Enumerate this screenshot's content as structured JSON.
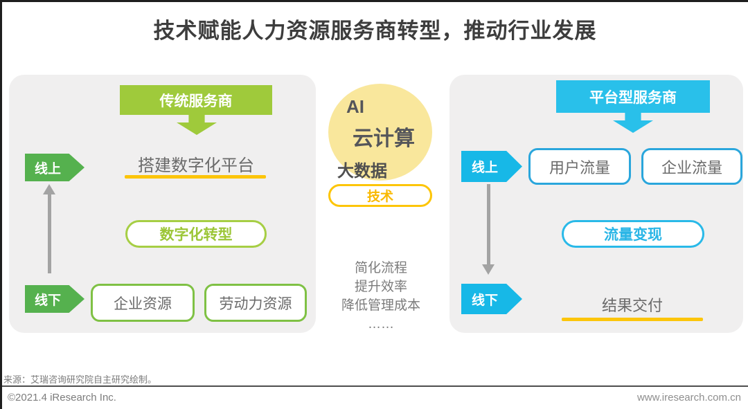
{
  "title": "技术赋能人力资源服务商转型，推动行业发展",
  "left_panel": {
    "header": "传统服务商",
    "online_label": "线上",
    "online_item": "搭建数字化平台",
    "transform_label": "数字化转型",
    "offline_label": "线下",
    "offline_items": [
      "企业资源",
      "劳动力资源"
    ]
  },
  "center": {
    "bubble": {
      "ai": "AI",
      "cloud": "云计算",
      "bigdata": "大数据"
    },
    "tech_label": "技术",
    "benefits": [
      "简化流程",
      "提升效率",
      "降低管理成本",
      "……"
    ]
  },
  "right_panel": {
    "header": "平台型服务商",
    "online_label": "线上",
    "online_items": [
      "用户流量",
      "企业流量"
    ],
    "monetize_label": "流量变现",
    "offline_label": "线下",
    "offline_item": "结果交付"
  },
  "footer": {
    "source": "来源：艾瑞咨询研究院自主研究绘制。",
    "copyright": "©2021.4 iResearch Inc.",
    "website": "www.iresearch.com.cn"
  },
  "colors": {
    "green_banner": "#9fca3b",
    "green_arrow": "#55b14e",
    "green_border": "#7fc144",
    "blue_banner": "#29c0ea",
    "blue_border": "#2aa6dc",
    "yellow_accent": "#fcc50a",
    "bubble_yellow": "#f9e79c",
    "panel_gray": "#f0efef",
    "text_gray": "#6b6b6b",
    "title_gray": "#3d3d3d"
  }
}
